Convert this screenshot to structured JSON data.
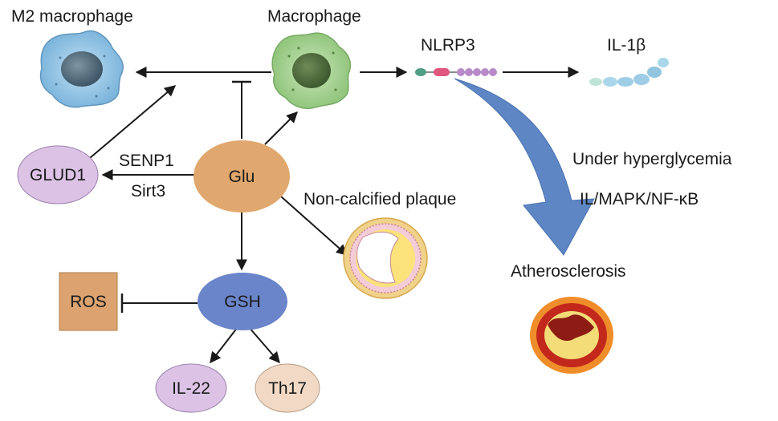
{
  "labels": {
    "m2_macrophage": "M2 macrophage",
    "macrophage": "Macrophage",
    "nlrp3": "NLRP3",
    "il1b": "IL-1β",
    "senp1": "SENP1",
    "sirt3": "Sirt3",
    "non_calcified_plaque": "Non-calcified plaque",
    "under_hyperglycemia": "Under hyperglycemia",
    "pathway": "IL/MAPK/NF-κB",
    "atherosclerosis": "Atherosclerosis"
  },
  "nodes": {
    "glu": "Glu",
    "glud1": "GLUD1",
    "gsh": "GSH",
    "ros": "ROS",
    "il22": "IL-22",
    "th17": "Th17"
  },
  "colors": {
    "glu": "#e0a86e",
    "glud1": "#dcc3e6",
    "gsh": "#6a85c9",
    "ros": "#dca370",
    "il22": "#dcc3e6",
    "th17": "#f1d9c6",
    "m2_cell": "#8fc3e3",
    "macrophage_cell": "#a8d39a",
    "big_arrow": "#5f86c4",
    "line": "#1a1a1a"
  }
}
